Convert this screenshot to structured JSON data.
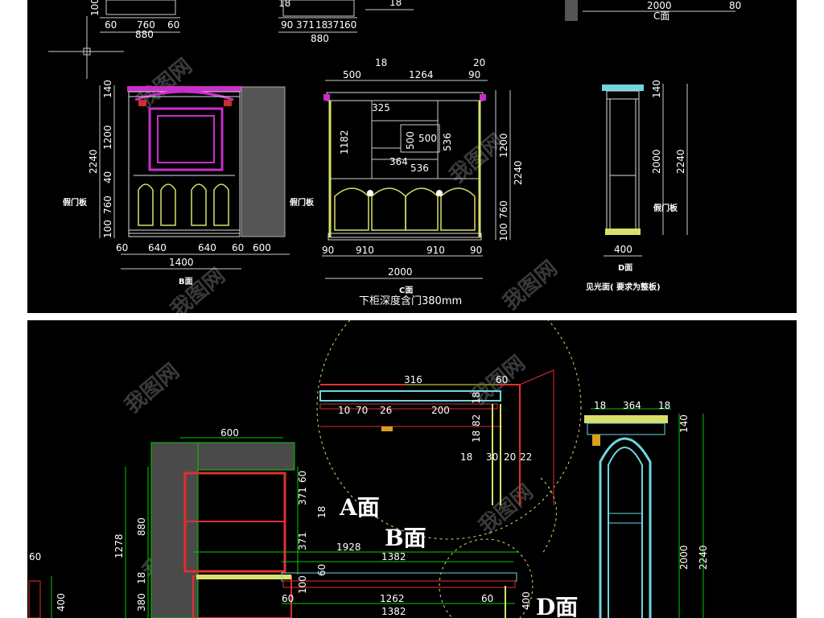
{
  "top": {
    "labels": {
      "b_face": "B面",
      "c_face": "C面",
      "c_note": "下柜深度含门380mm",
      "d_face": "D面",
      "d_note": "见光面( 要求为整板)",
      "fake_door_1": "假门板",
      "fake_door_2": "假门板",
      "fake_door_3": "假门板",
      "c_small": "C面"
    },
    "partial": {
      "h100": "100",
      "w60a": "60",
      "w760": "760",
      "w60b": "60",
      "w880a": "880",
      "v90": "90",
      "v371a": "371",
      "v18": "18",
      "v371b": "371",
      "v60": "60",
      "w880b": "880",
      "h18": "18",
      "w2000": "2000",
      "w80": "80"
    },
    "b": {
      "v140": "140",
      "v1200": "1200",
      "v2240": "2240",
      "v40": "40",
      "v760": "760",
      "v100": "100",
      "w60a": "60",
      "w640a": "640",
      "w640b": "640",
      "w60b": "60",
      "w600": "600",
      "w1400": "1400"
    },
    "c": {
      "t500": "500",
      "t18": "18",
      "t1264": "1264",
      "t20": "20",
      "t90": "90",
      "i325": "325",
      "i1182": "1182",
      "i500a": "500",
      "i500b": "500",
      "i536a": "536",
      "i364": "364",
      "i536b": "536",
      "r1200": "1200",
      "r2240": "2240",
      "r760": "760",
      "r100": "100",
      "b90a": "90",
      "b910a": "910",
      "b910b": "910",
      "b90b": "90",
      "b2000": "2000"
    },
    "d": {
      "v140": "140",
      "v2000": "2000",
      "v2240": "2240",
      "w400": "400"
    }
  },
  "bottom": {
    "detail": {
      "w316": "316",
      "w60": "60",
      "v18a": "18",
      "w10": "10",
      "w70": "70",
      "w26": "26",
      "w200": "200",
      "v82": "82",
      "v18b": "18",
      "w18": "18",
      "w30": "30",
      "w20": "20",
      "w22": "22"
    },
    "a_face": "A面",
    "b_face": "B面",
    "d_face": "D面",
    "left": {
      "w600": "600",
      "v60": "60",
      "v371a": "371",
      "v18a": "18",
      "v371b": "371",
      "v880": "880",
      "v1278": "1278",
      "v18b": "18",
      "v380": "380",
      "w60a": "60",
      "v400": "400",
      "w1928": "1928",
      "w1382a": "1382",
      "v60b": "60",
      "v100": "100",
      "w60b": "60",
      "w1262": "1262",
      "w60c": "60",
      "w1382b": "1382",
      "v400b": "400"
    },
    "right": {
      "w18a": "18",
      "w364": "364",
      "w18b": "18",
      "v140": "140",
      "v2000": "2000",
      "v2240": "2240"
    }
  },
  "watermark": "我图网"
}
